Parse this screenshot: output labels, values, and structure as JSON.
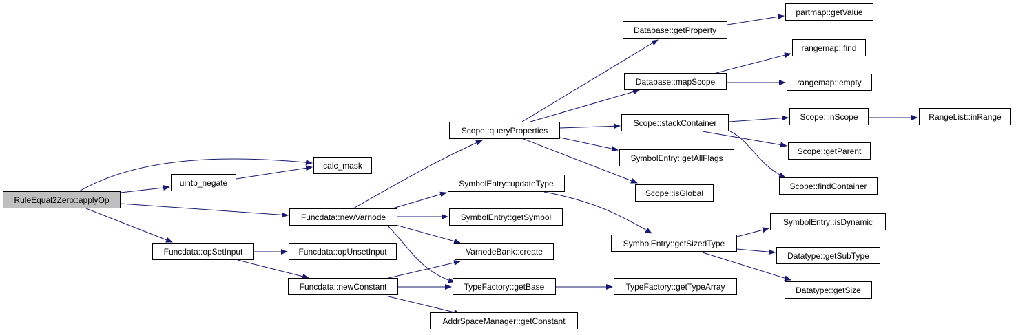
{
  "colors": {
    "edge": "#191970",
    "node_border": "#000000",
    "node_fill": "#ffffff",
    "root_fill": "#bfbfbf"
  },
  "nodes": {
    "apply_op": "RuleEqual2Zero::applyOp",
    "uintb_negate": "uintb_negate",
    "calc_mask": "calc_mask",
    "new_varnode": "Funcdata::newVarnode",
    "op_set_input": "Funcdata::opSetInput",
    "op_unset_input": "Funcdata::opUnsetInput",
    "new_constant": "Funcdata::newConstant",
    "query_properties": "Scope::queryProperties",
    "update_type": "SymbolEntry::updateType",
    "get_symbol": "SymbolEntry::getSymbol",
    "varnode_bank_create": "VarnodeBank::create",
    "type_factory_get_base": "TypeFactory::getBase",
    "get_constant": "AddrSpaceManager::getConstant",
    "db_get_property": "Database::getProperty",
    "db_map_scope": "Database::mapScope",
    "stack_container": "Scope::stackContainer",
    "get_all_flags": "SymbolEntry::getAllFlags",
    "is_global": "Scope::isGlobal",
    "get_sized_type": "SymbolEntry::getSizedType",
    "get_type_array": "TypeFactory::getTypeArray",
    "partmap_get_value": "partmap::getValue",
    "rangemap_find": "rangemap::find",
    "rangemap_empty": "rangemap::empty",
    "scope_in_scope": "Scope::inScope",
    "scope_get_parent": "Scope::getParent",
    "scope_find_container": "Scope::findContainer",
    "range_list_in_range": "RangeList::inRange",
    "is_dynamic": "SymbolEntry::isDynamic",
    "datatype_get_sub_type": "Datatype::getSubType",
    "datatype_get_size": "Datatype::getSize"
  }
}
